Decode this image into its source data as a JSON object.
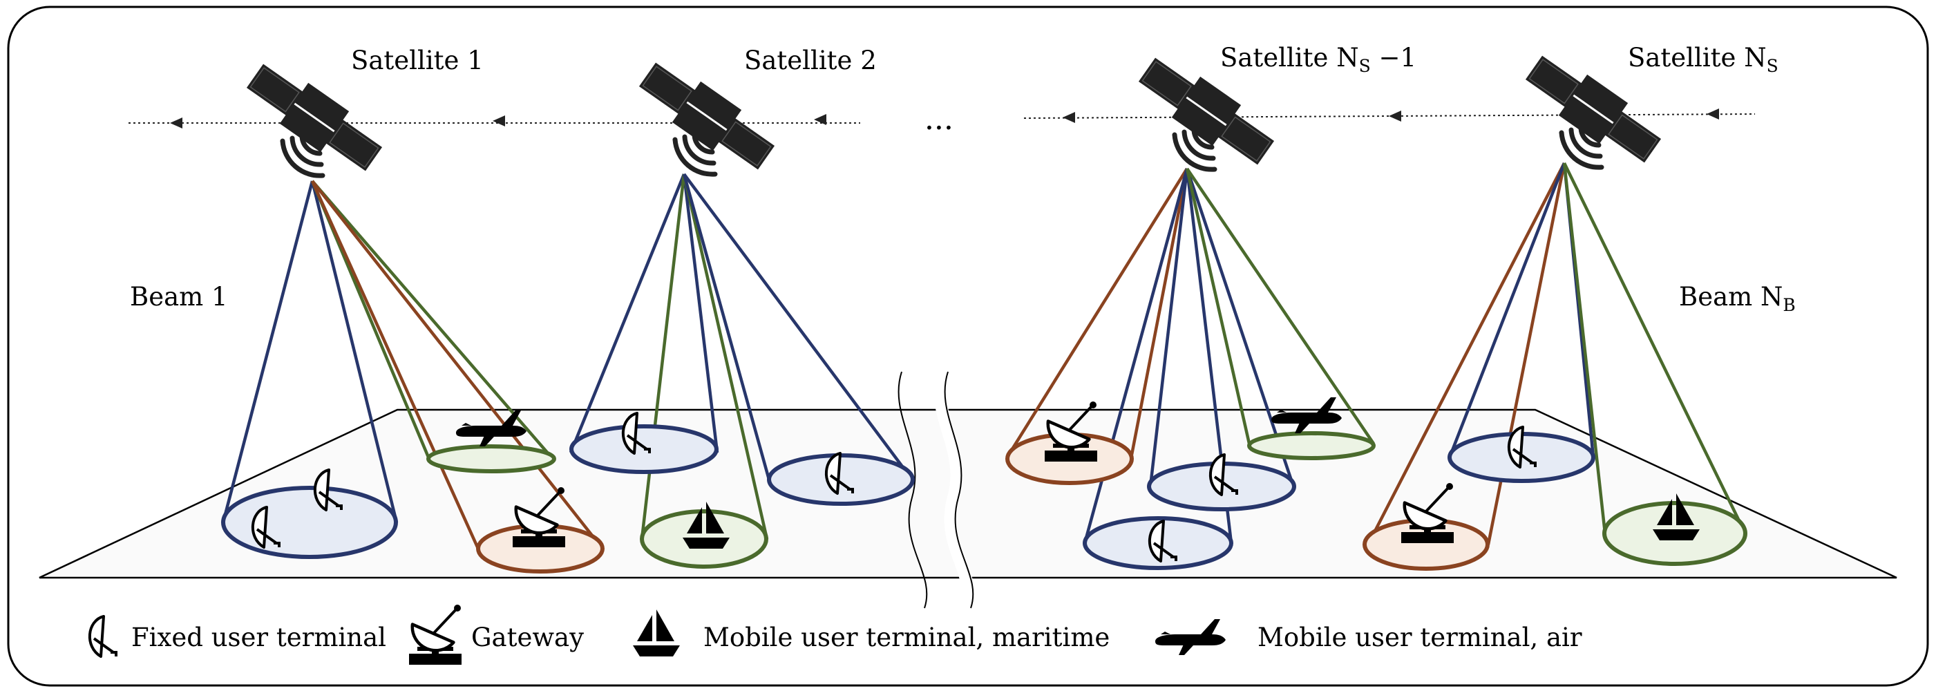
{
  "satellites": [
    {
      "label": "Satellite 1"
    },
    {
      "label": "Satellite 2"
    },
    {
      "label_main": "Satellite N",
      "label_sub": "S",
      "label_suffix": " −1"
    },
    {
      "label_main": "Satellite N",
      "label_sub": "S"
    }
  ],
  "ellipsis": "···",
  "beams": {
    "first": "Beam 1",
    "last_main": "Beam N",
    "last_sub": "B"
  },
  "legend": {
    "fixed": "Fixed user terminal",
    "gateway": "Gateway",
    "maritime": "Mobile user terminal, maritime",
    "air": "Mobile user terminal, air"
  },
  "colors": {
    "blue_beam": "#27366b",
    "green_beam": "#4a6a2c",
    "brown_beam": "#8a4320",
    "ground_plane": "#fafafa"
  },
  "icons": [
    "satellite-icon",
    "fixed-terminal-icon",
    "gateway-icon",
    "ship-icon",
    "airplane-icon"
  ]
}
